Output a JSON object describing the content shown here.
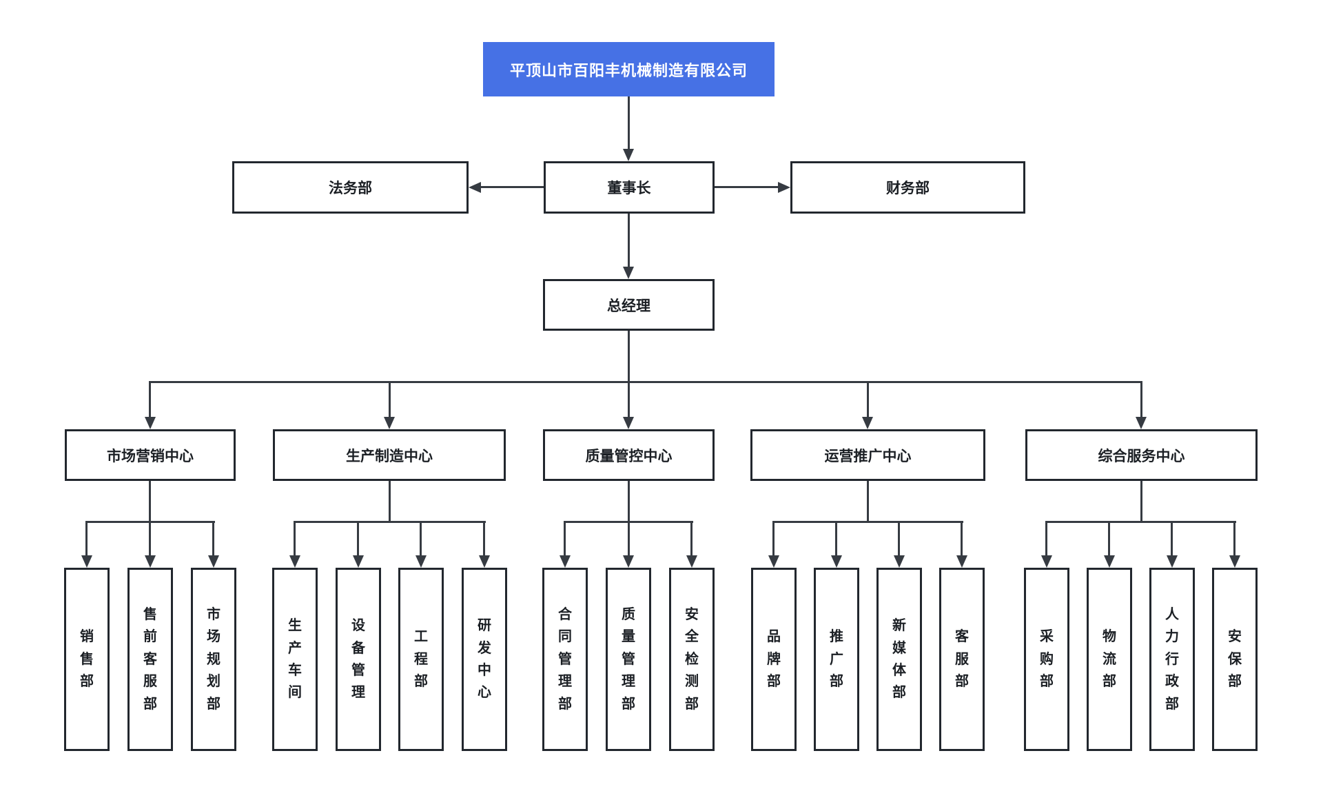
{
  "company": {
    "name": "平顶山市百阳丰机械制造有限公司"
  },
  "executives": {
    "chairman": "董事长",
    "legal": "法务部",
    "finance": "财务部",
    "general_manager": "总经理"
  },
  "centers": [
    {
      "label": "市场营销中心",
      "departments": [
        "销售部",
        "售前客服部",
        "市场规划部"
      ]
    },
    {
      "label": "生产制造中心",
      "departments": [
        "生产车间",
        "设备管理",
        "工程部",
        "研发中心"
      ]
    },
    {
      "label": "质量管控中心",
      "departments": [
        "合同管理部",
        "质量管理部",
        "安全检测部"
      ]
    },
    {
      "label": "运营推广中心",
      "departments": [
        "品牌部",
        "推广部",
        "新媒体部",
        "客服部"
      ]
    },
    {
      "label": "综合服务中心",
      "departments": [
        "采购部",
        "物流部",
        "人力行政部",
        "安保部"
      ]
    }
  ],
  "colors": {
    "root_bg": "#4671e5",
    "root_text": "#ffffff",
    "line": "#363b42",
    "node_border": "#22272e",
    "node_text": "#1b1f24",
    "canvas_bg": "#ffffff"
  }
}
